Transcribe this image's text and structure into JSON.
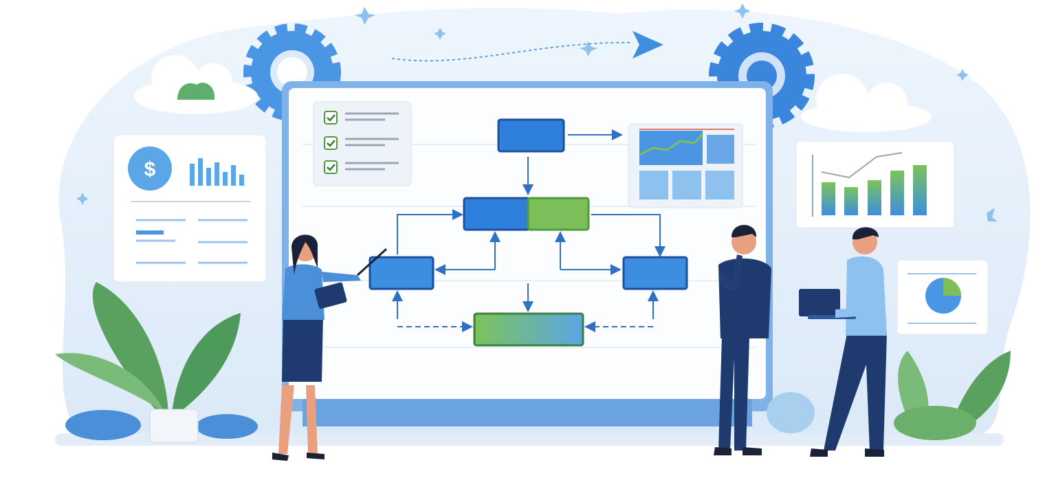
{
  "colors": {
    "background": "#ffffff",
    "backdrop": "#e6f0fb",
    "primary_blue": "#2f7fdc",
    "dark_blue": "#1c4f9c",
    "light_blue": "#8fc1ef",
    "green": "#7cbf5a",
    "navy_suit": "#1e3a6e",
    "leaf_green": "#4e9a5c",
    "skin": "#e8a07f",
    "hair": "#1a2238"
  },
  "illustration": {
    "figures": [
      "woman-with-tablet",
      "man-thinking",
      "man-with-laptop"
    ],
    "panels": [
      "finance-card",
      "checklist-card",
      "line-chart-card",
      "bar-chart-card",
      "pie-chart-card"
    ]
  }
}
